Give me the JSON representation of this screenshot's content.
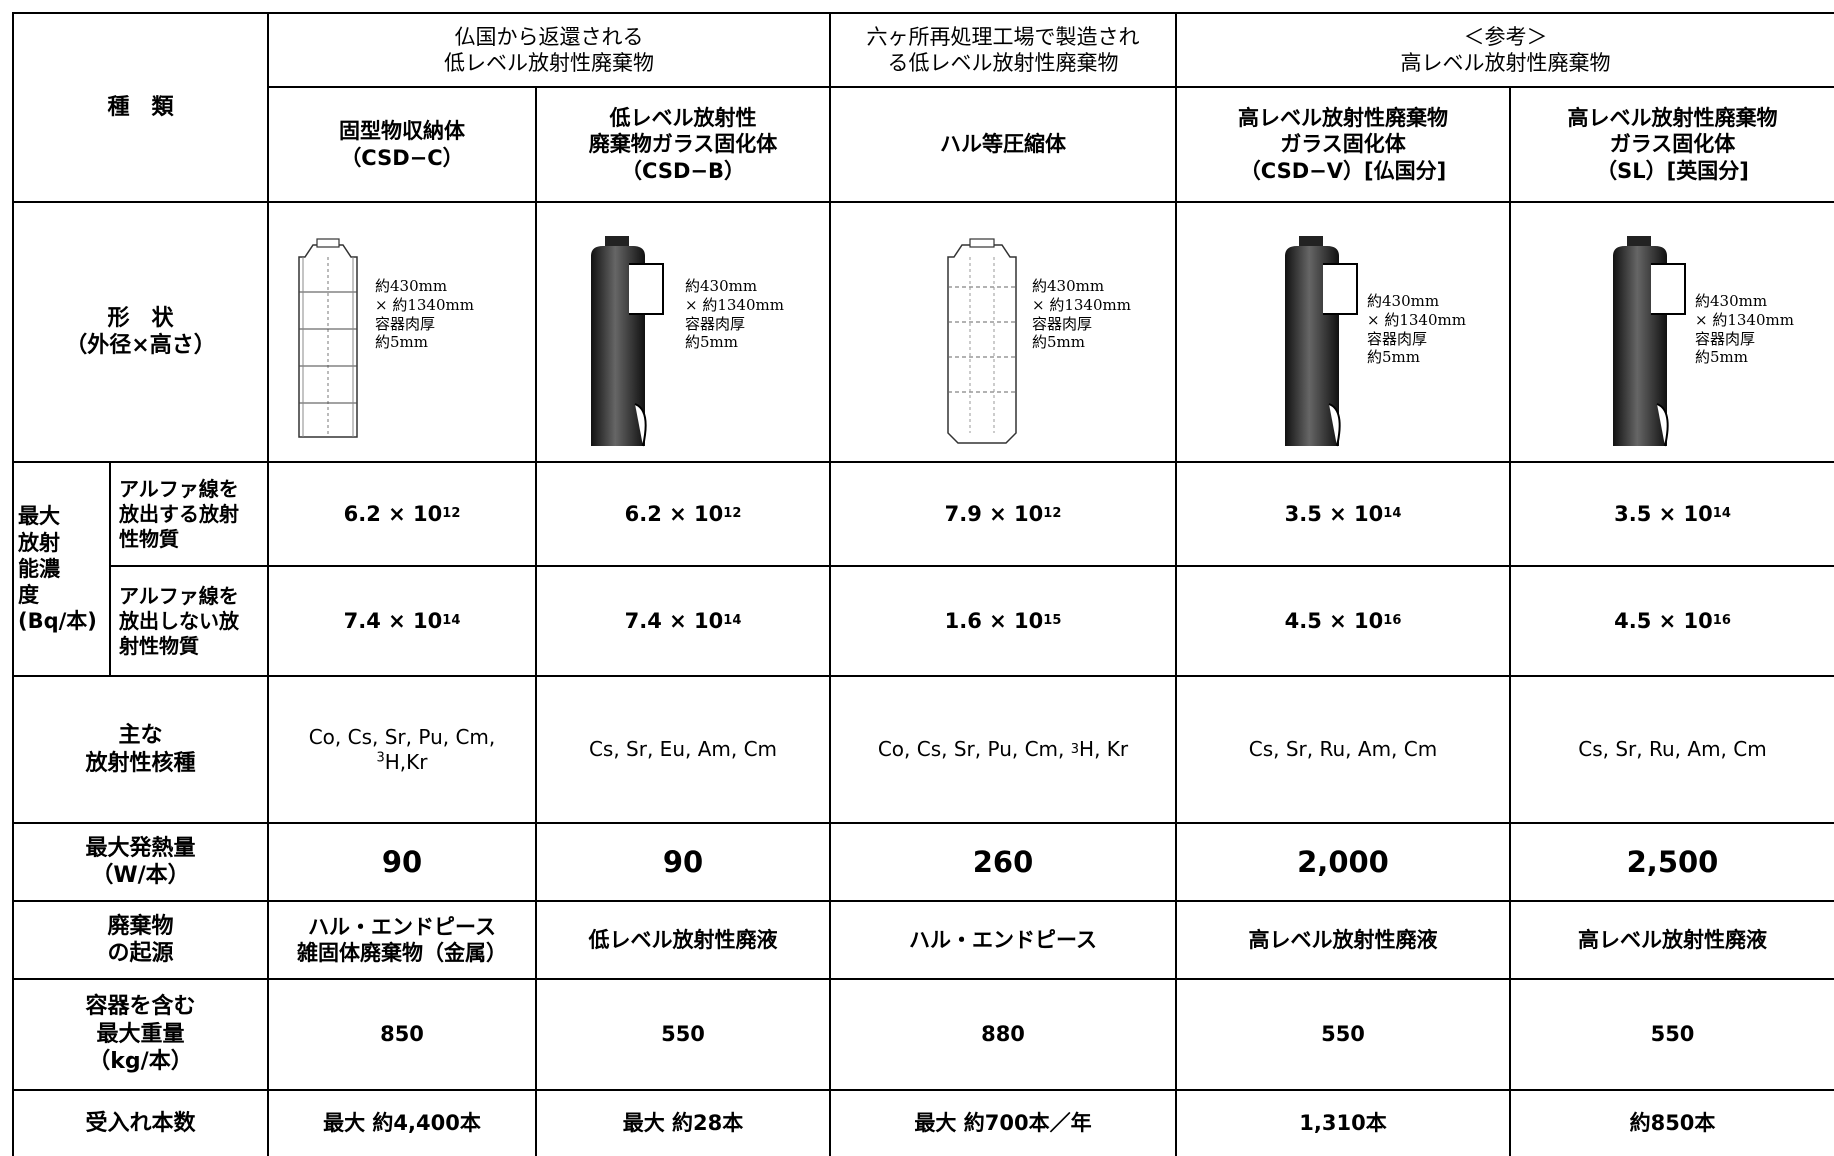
{
  "header": {
    "type_label": "種　類",
    "group_france": "仏国から返還される\n低レベル放射性廃棄物",
    "group_rokkasho": "六ヶ所再処理工場で製造され\nる低レベル放射性廃棄物",
    "group_reference": "＜参考＞\n高レベル放射性廃棄物",
    "col1": "固型物収納体\n（CSD−C）",
    "col2": "低レベル放射性\n廃棄物ガラス固化体\n（CSD−B）",
    "col3": "ハル等圧縮体",
    "col4": "高レベル放射性廃棄物\nガラス固化体\n（CSD−V）[仏国分]",
    "col5": "高レベル放射性廃棄物\nガラス固化体\n（SL）[英国分]"
  },
  "shape": {
    "label": "形　状\n（外径×高さ）",
    "dims": [
      "約430mm\n×  約1340mm\n容器肉厚\n約5mm",
      "約430mm\n×  約1340mm\n容器肉厚\n約5mm",
      "約430mm\n×  約1340mm\n容器肉厚\n約5mm",
      "約430mm\n×  約1340mm\n容器肉厚\n約5mm",
      "約430mm\n×  約1340mm\n容器肉厚\n約5mm"
    ]
  },
  "max_conc": {
    "label": "最大\n放射\n能濃\n度\n(Bq/本)",
    "alpha_label": "アルファ線を\n放出する放射\n性物質",
    "nonalpha_label": "アルファ線を\n放出しない放\n射性物質",
    "alpha": [
      {
        "base": "6.2 × 10",
        "exp": "12"
      },
      {
        "base": "6.2 × 10",
        "exp": "12"
      },
      {
        "base": "7.9 × 10",
        "exp": "12"
      },
      {
        "base": "3.5 × 10",
        "exp": "14"
      },
      {
        "base": "3.5 × 10",
        "exp": "14"
      }
    ],
    "nonalpha": [
      {
        "base": "7.4 × 10",
        "exp": "14"
      },
      {
        "base": "7.4 × 10",
        "exp": "14"
      },
      {
        "base": "1.6 × 10",
        "exp": "15"
      },
      {
        "base": "4.5 × 10",
        "exp": "16"
      },
      {
        "base": "4.5 × 10",
        "exp": "16"
      }
    ]
  },
  "nuclides": {
    "label": "主な\n放射性核種",
    "col1_line1": "Co, Cs, Sr, Pu, Cm,",
    "col1_sup": "3",
    "col1_line2": "H,Kr",
    "col2": "Cs, Sr, Eu, Am, Cm",
    "col3_pre": "Co, Cs, Sr, Pu, Cm, ",
    "col3_sup": "3",
    "col3_post": "H, Kr",
    "col4": "Cs, Sr, Ru, Am, Cm",
    "col5": "Cs, Sr, Ru, Am, Cm"
  },
  "heat": {
    "label": "最大発熱量\n（W/本）",
    "values": [
      "90",
      "90",
      "260",
      "2,000",
      "2,500"
    ]
  },
  "origin": {
    "label": "廃棄物\nの起源",
    "values": [
      "ハル・エンドピース\n雑固体廃棄物（金属）",
      "低レベル放射性廃液",
      "ハル・エンドピース",
      "高レベル放射性廃液",
      "高レベル放射性廃液"
    ]
  },
  "weight": {
    "label": "容器を含む\n最大重量\n（kg/本）",
    "values": [
      "850",
      "550",
      "880",
      "550",
      "550"
    ]
  },
  "accept": {
    "label": "受入れ本数",
    "values": [
      "最大 約4,400本",
      "最大 約28本",
      "最大 約700本／年",
      "1,310本",
      "約850本"
    ]
  }
}
